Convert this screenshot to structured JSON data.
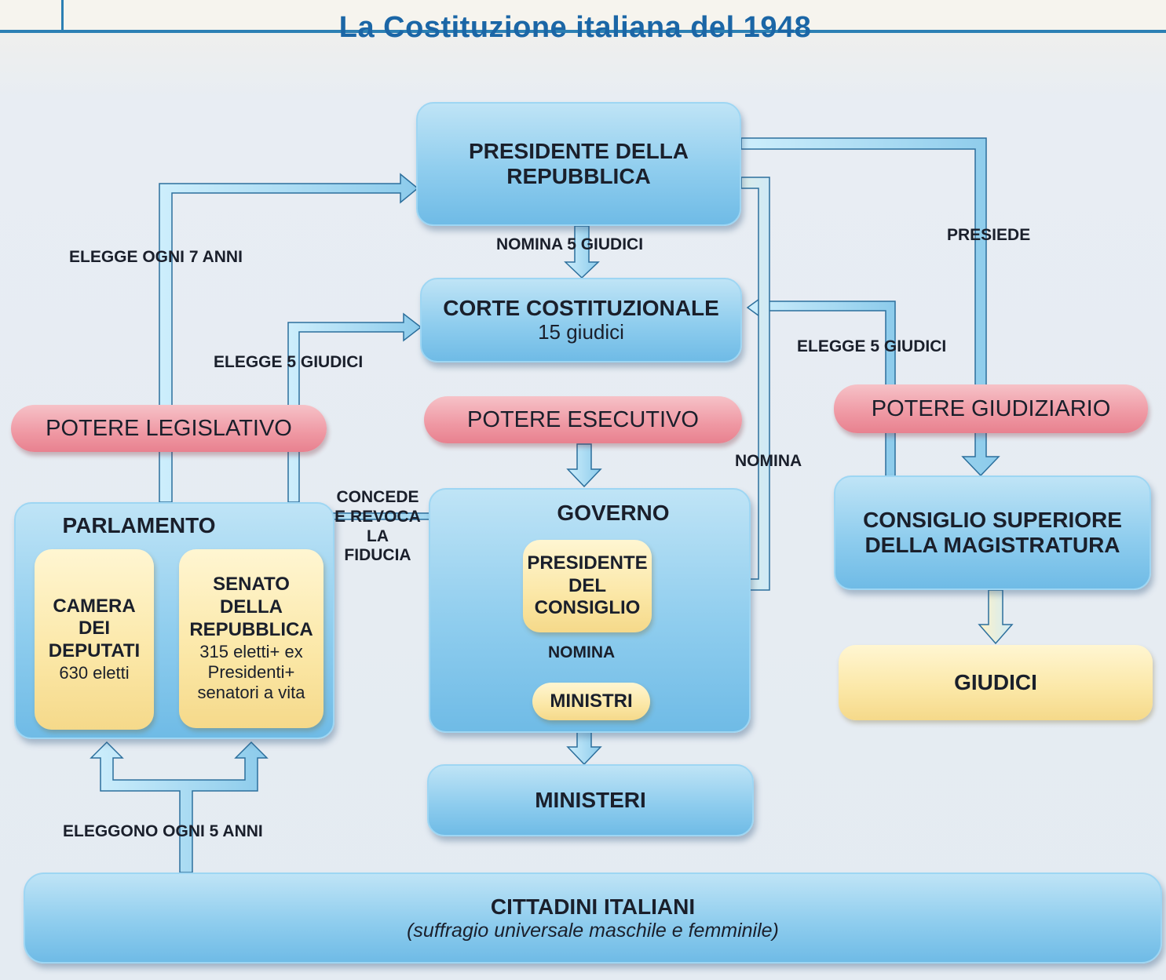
{
  "title": "La Costituzione italiana del 1948",
  "nodes": {
    "presidente_repubblica": "PRESIDENTE DELLA REPUBBLICA",
    "corte_costituzionale": "CORTE COSTITUZIONALE",
    "corte_giudici": "15 giudici",
    "potere_legislativo": "POTERE LEGISLATIVO",
    "potere_esecutivo": "POTERE ESECUTIVO",
    "potere_giudiziario": "POTERE GIUDIZIARIO",
    "parlamento": "PARLAMENTO",
    "camera": "CAMERA DEI DEPUTATI",
    "camera_eletti": "630 eletti",
    "senato": "SENATO DELLA REPUBBLICA",
    "senato_eletti": "315 eletti+ ex Presidenti+ senatori a vita",
    "governo": "GOVERNO",
    "presidente_consiglio": "PRESIDENTE DEL CONSIGLIO",
    "ministri": "MINISTRI",
    "ministeri": "MINISTERI",
    "csm": "CONSIGLIO SUPERIORE DELLA MAGISTRATURA",
    "giudici": "GIUDICI",
    "cittadini": "CITTADINI ITALIANI",
    "cittadini_note": "(suffragio universale maschile e femminile)"
  },
  "edges": {
    "elegge_7_anni": "ELEGGE OGNI 7 ANNI",
    "nomina_5_giudici": "NOMINA 5 GIUDICI",
    "elegge_5_giudici_parl": "ELEGGE 5 GIUDICI",
    "elegge_5_giudici_csm": "ELEGGE 5 GIUDICI",
    "presiede": "PRESIEDE",
    "nomina_pres": "NOMINA",
    "fiducia": "CONCEDE E REVOCA LA FIDUCIA",
    "nomina_ministri": "NOMINA",
    "eleggono_5_anni": "ELEGGONO OGNI 5 ANNI"
  },
  "colors": {
    "blue_box": "#8fcdee",
    "red_box": "#ef98a3",
    "yellow_box": "#fbe7a6",
    "arrow_fill": "#a9dcf4",
    "arrow_stroke": "#2c6f9c",
    "title_color": "#1b66a6"
  }
}
